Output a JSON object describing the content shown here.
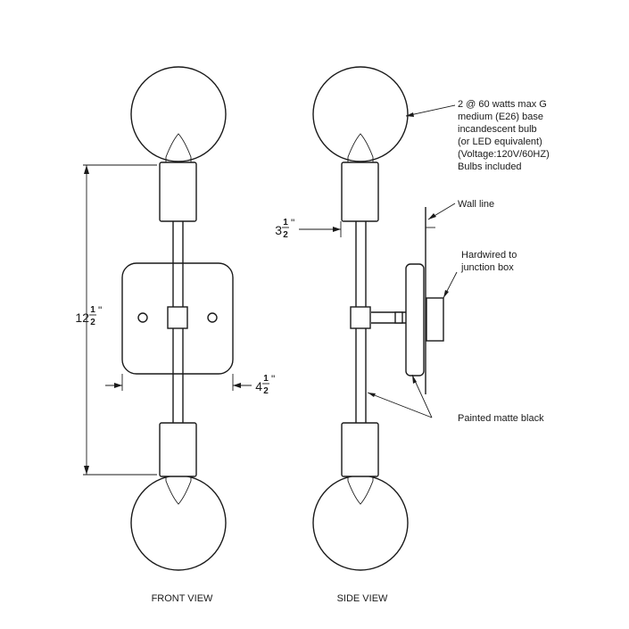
{
  "views": {
    "front": "FRONT VIEW",
    "side": "SIDE VIEW"
  },
  "dimensions": {
    "height": {
      "whole": "12",
      "num": "1",
      "den": "2",
      "unit": "\""
    },
    "projection": {
      "whole": "3",
      "num": "1",
      "den": "2",
      "unit": "\""
    },
    "plate_width": {
      "whole": "4",
      "num": "1",
      "den": "2",
      "unit": "\""
    }
  },
  "callouts": {
    "bulb": [
      "2 @ 60 watts max G",
      "medium (E26) base",
      "incandescent bulb",
      "(or LED equivalent)",
      "(Voltage:120V/60HZ)",
      "Bulbs included"
    ],
    "wall_line": "Wall line",
    "hardwired": [
      "Hardwired to",
      "junction box"
    ],
    "finish": "Painted matte black"
  }
}
